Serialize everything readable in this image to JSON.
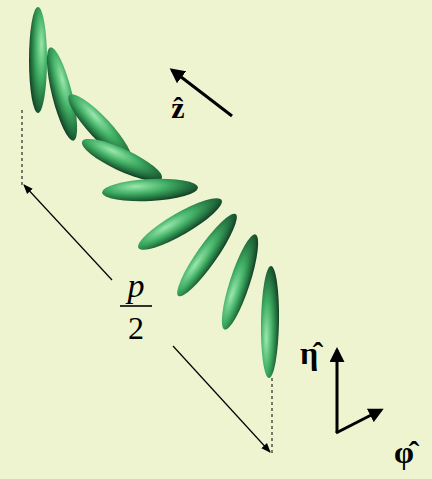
{
  "diagram": {
    "labels": [
      "ẑ",
      "p",
      "2",
      "η̂",
      "φ̂"
    ]
  }
}
